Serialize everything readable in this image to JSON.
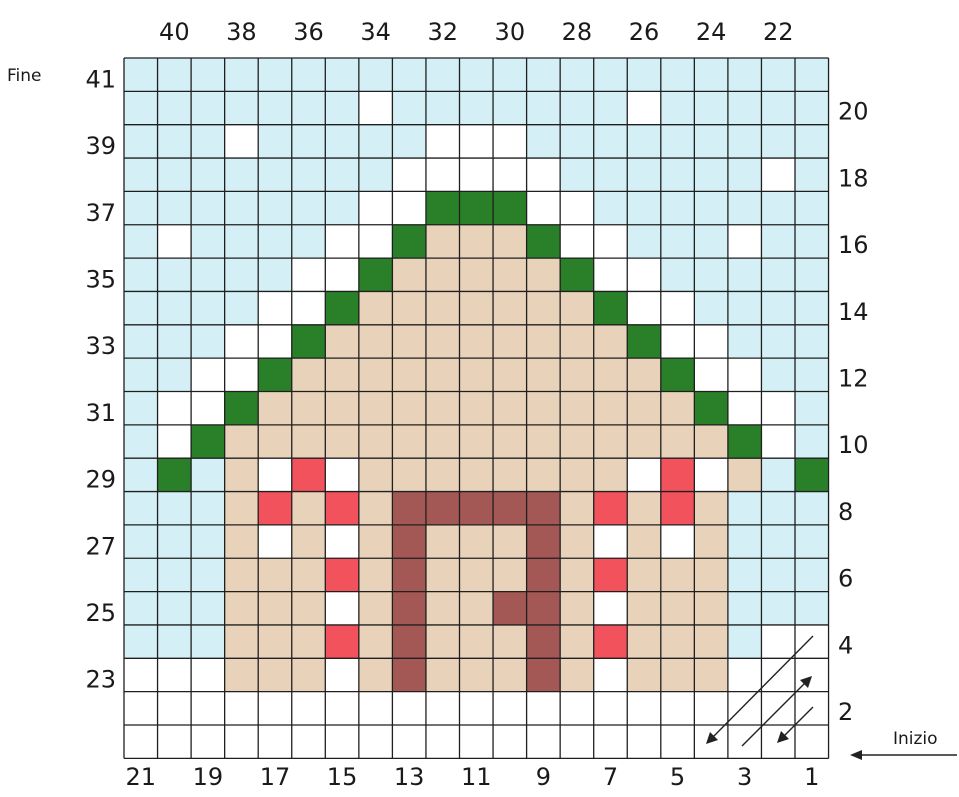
{
  "labels": {
    "start": "Inizio",
    "end": "Fine"
  },
  "palette": {
    "W": "#ffffff",
    "B": "#d4f0f6",
    "T": "#e8d2ba",
    "G": "#2a8028",
    "R": "#f2525c",
    "D": "#a35855"
  },
  "pattern_rows": [
    "BBBBBBBBBBBBBBBBBBBBB",
    "BBBBBBBWBBBBBBBWBBBBB",
    "BBBWBBBBBWWWBBBBBBBBB",
    "BBBBBBBBWWWWWBBBBBBWB",
    "BBBBBBBWWGGGWWBBBBBBB",
    "BWBBBBWWGTTTGWWBBBWBB",
    "BBBBBWWGTTTTTGWWBBBBB",
    "BBBBWWGTTTTTTTGWWBBBB",
    "BBBWWGTTTTTTTTTGWWBBB",
    "BBWWGTTTTTTTTTTTGWWBB",
    "BWWGTTTTTTTTTTTTTGWWB",
    "BWGTTTTTTTTTTTTTTTGWB",
    "BGBTWRWTTTTTTTTWRWTBG",
    "BBBTRTRTDDDDDTRTRTBBB",
    "BBBTWTWTDTTTDTWTWTBBB",
    "BBBTTTRTDTTTDTRTTTBBB",
    "BBBTTTWTDTTDDTWTTTBBB",
    "BBBTTTRTDTTTDTRTTTBWW",
    "WWWTTTWTDTTTDTWTTTWWW",
    "WWWWWWWWWWWWWWWWWWWWW",
    "WWWWWWWWWWWWWWWWWWWWW"
  ],
  "column_labels": [
    "21",
    "19",
    "17",
    "15",
    "13",
    "11",
    "9",
    "7",
    "5",
    "3",
    "1"
  ],
  "top_labels": [
    "40",
    "38",
    "36",
    "34",
    "32",
    "30",
    "28",
    "26",
    "24",
    "22"
  ],
  "left_row_labels": [
    "41",
    "39",
    "37",
    "35",
    "33",
    "31",
    "29",
    "27",
    "25",
    "23"
  ],
  "right_row_labels": [
    "20",
    "18",
    "16",
    "14",
    "12",
    "10",
    "8",
    "6",
    "4",
    "2"
  ]
}
